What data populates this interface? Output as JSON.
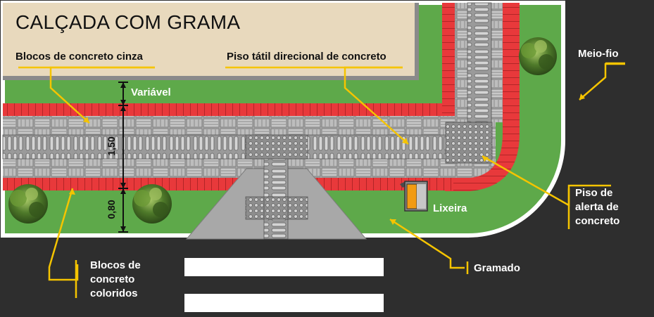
{
  "title": "CALÇADA COM GRAMA",
  "labels": {
    "blocos_cinza": "Blocos de concreto cinza",
    "piso_tatil": "Piso tátil direcional de concreto",
    "variavel": "Variável",
    "meio_fio": "Meio-fio",
    "piso_alerta": "Piso de alerta de concreto",
    "lixeira": "Lixeira",
    "gramado": "Gramado",
    "blocos_coloridos": "Blocos de concreto coloridos"
  },
  "dimensions": {
    "sidewalk_width": "1,50",
    "grass_strip_width": "0,80"
  },
  "colors": {
    "building": "#e8d9bd",
    "grass": "#5ea94a",
    "red_block": "#e8393b",
    "gray_block": "#a9a9a9",
    "street": "#2e2e2e",
    "leader_line": "#f5c400",
    "curb": "#ffffff"
  },
  "icons": [
    "tree-icon",
    "trash-bin-icon"
  ]
}
